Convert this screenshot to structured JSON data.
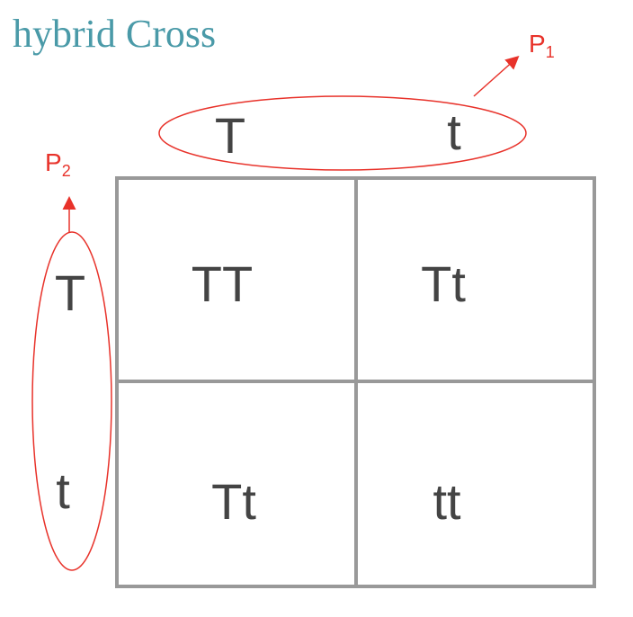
{
  "title": "hybrid Cross",
  "parent1": {
    "label": "P",
    "subscript": "1",
    "alleles": [
      "T",
      "t"
    ]
  },
  "parent2": {
    "label": "P",
    "subscript": "2",
    "alleles": [
      "T",
      "t"
    ]
  },
  "grid": [
    [
      "TT",
      "Tt"
    ],
    [
      "Tt",
      "tt"
    ]
  ],
  "colors": {
    "title": "#4a9aa8",
    "annotation": "#e8322a",
    "grid": "#999999",
    "text": "#444444"
  }
}
